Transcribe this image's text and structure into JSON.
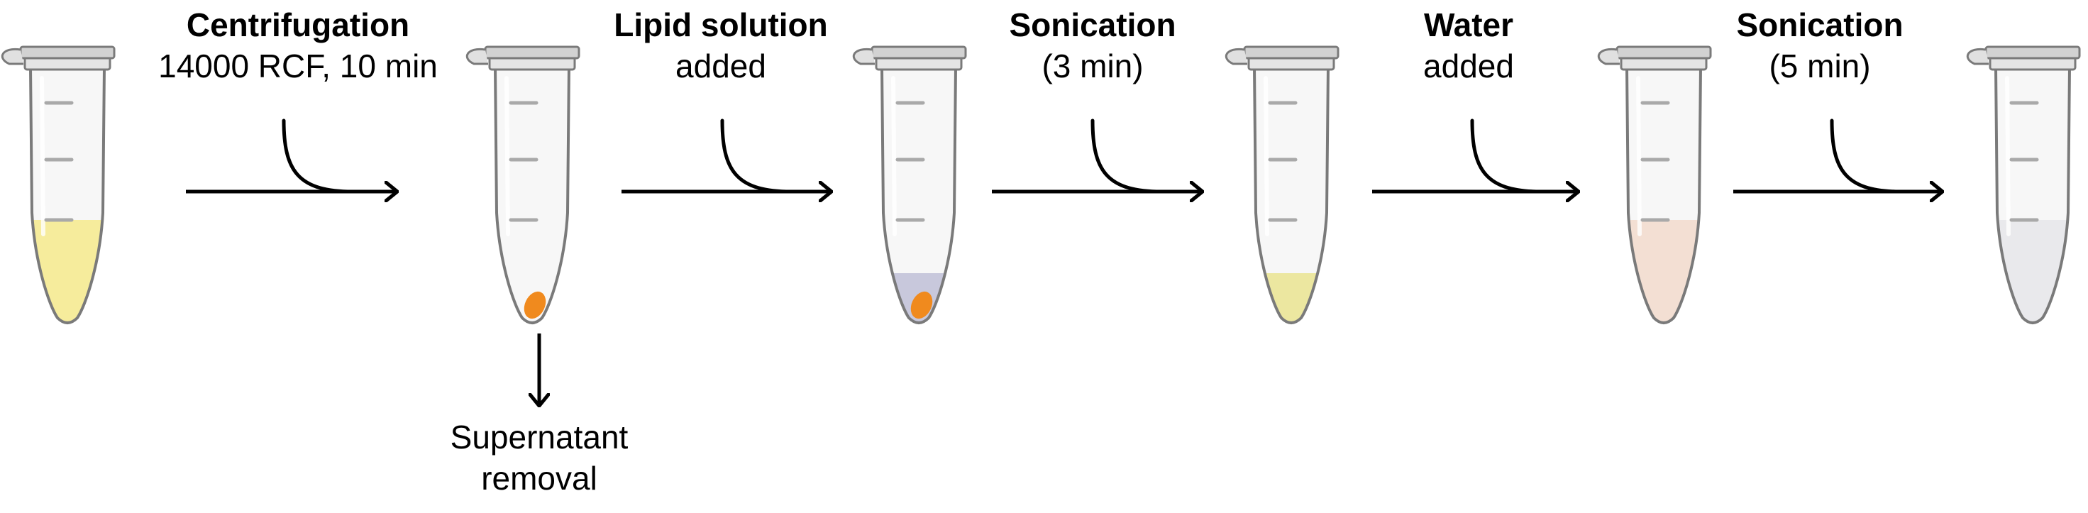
{
  "steps": [
    {
      "title": "Centrifugation",
      "detail": "14000 RCF, 10 min"
    },
    {
      "title": "Lipid solution",
      "detail": "added"
    },
    {
      "title": "Sonication",
      "detail": "(3 min)"
    },
    {
      "title": "Water",
      "detail": "added"
    },
    {
      "title": "Sonication",
      "detail": "(5 min)"
    }
  ],
  "side_output": {
    "line1": "Supernatant",
    "line2": "removal"
  },
  "tubes": [
    {
      "liquid": "yellow",
      "liquid_color": "#f6ec9c",
      "pellet": false
    },
    {
      "liquid": "none",
      "pellet": true,
      "pellet_color": "#f08a1e"
    },
    {
      "liquid": "lavender",
      "liquid_color": "#c8c8dc",
      "pellet": true,
      "pellet_color": "#f08a1e"
    },
    {
      "liquid": "pale yellow",
      "liquid_color": "#ece7a0",
      "pellet": false
    },
    {
      "liquid": "pale pink",
      "liquid_color": "#f3dfd3",
      "pellet": false
    },
    {
      "liquid": "pale grey",
      "liquid_color": "#e9e9ec",
      "pellet": false
    }
  ],
  "colors": {
    "outline": "#7a7a7a",
    "tube_fill": "#f7f7f7",
    "graduation": "#a9a9a9",
    "arrow": "#000000"
  }
}
